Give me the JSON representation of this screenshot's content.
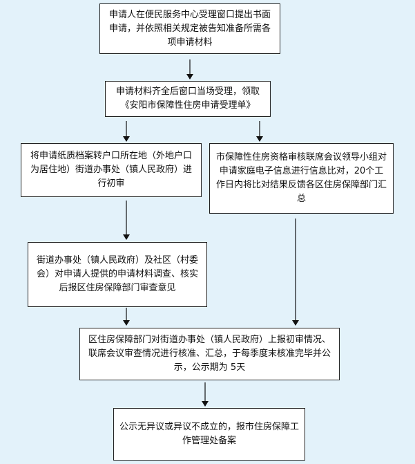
{
  "flow": {
    "step1": "申请人在便民服务中心受理窗口提出书面申请，并依照相关规定被告知准备所需各项申请材料",
    "step2": "申请材料齐全后窗口当场受理，领取《安阳市保障性住房申请受理单》",
    "step3_left": "将申请纸质档案转户口所在地（外地户口为居住地）街道办事处（镇人民政府）进行初审",
    "step3_right": "市保障性住房资格审核联席会议领导小组对申请家庭电子信息进行信息比对，20个工作日内将比对结果反馈各区住房保障部门汇总",
    "step4_left": "街道办事处（镇人民政府）及社区（村委会）对申请人提供的申请材料调查、核实后报区住房保障部门审查意见",
    "step5": "区住房保障部门对街道办事处（镇人民政府）上报初审情况、联席会议审查情况进行核准、汇总，于每季度末核准完毕并公示，公示期为 5天",
    "step6": "公示无异议或异议不成立的，报市住房保障工作管理处备案"
  },
  "colors": {
    "background": "#e3f2fa",
    "box": "#ffffff",
    "border": "#222222",
    "arrow": "#111111"
  }
}
